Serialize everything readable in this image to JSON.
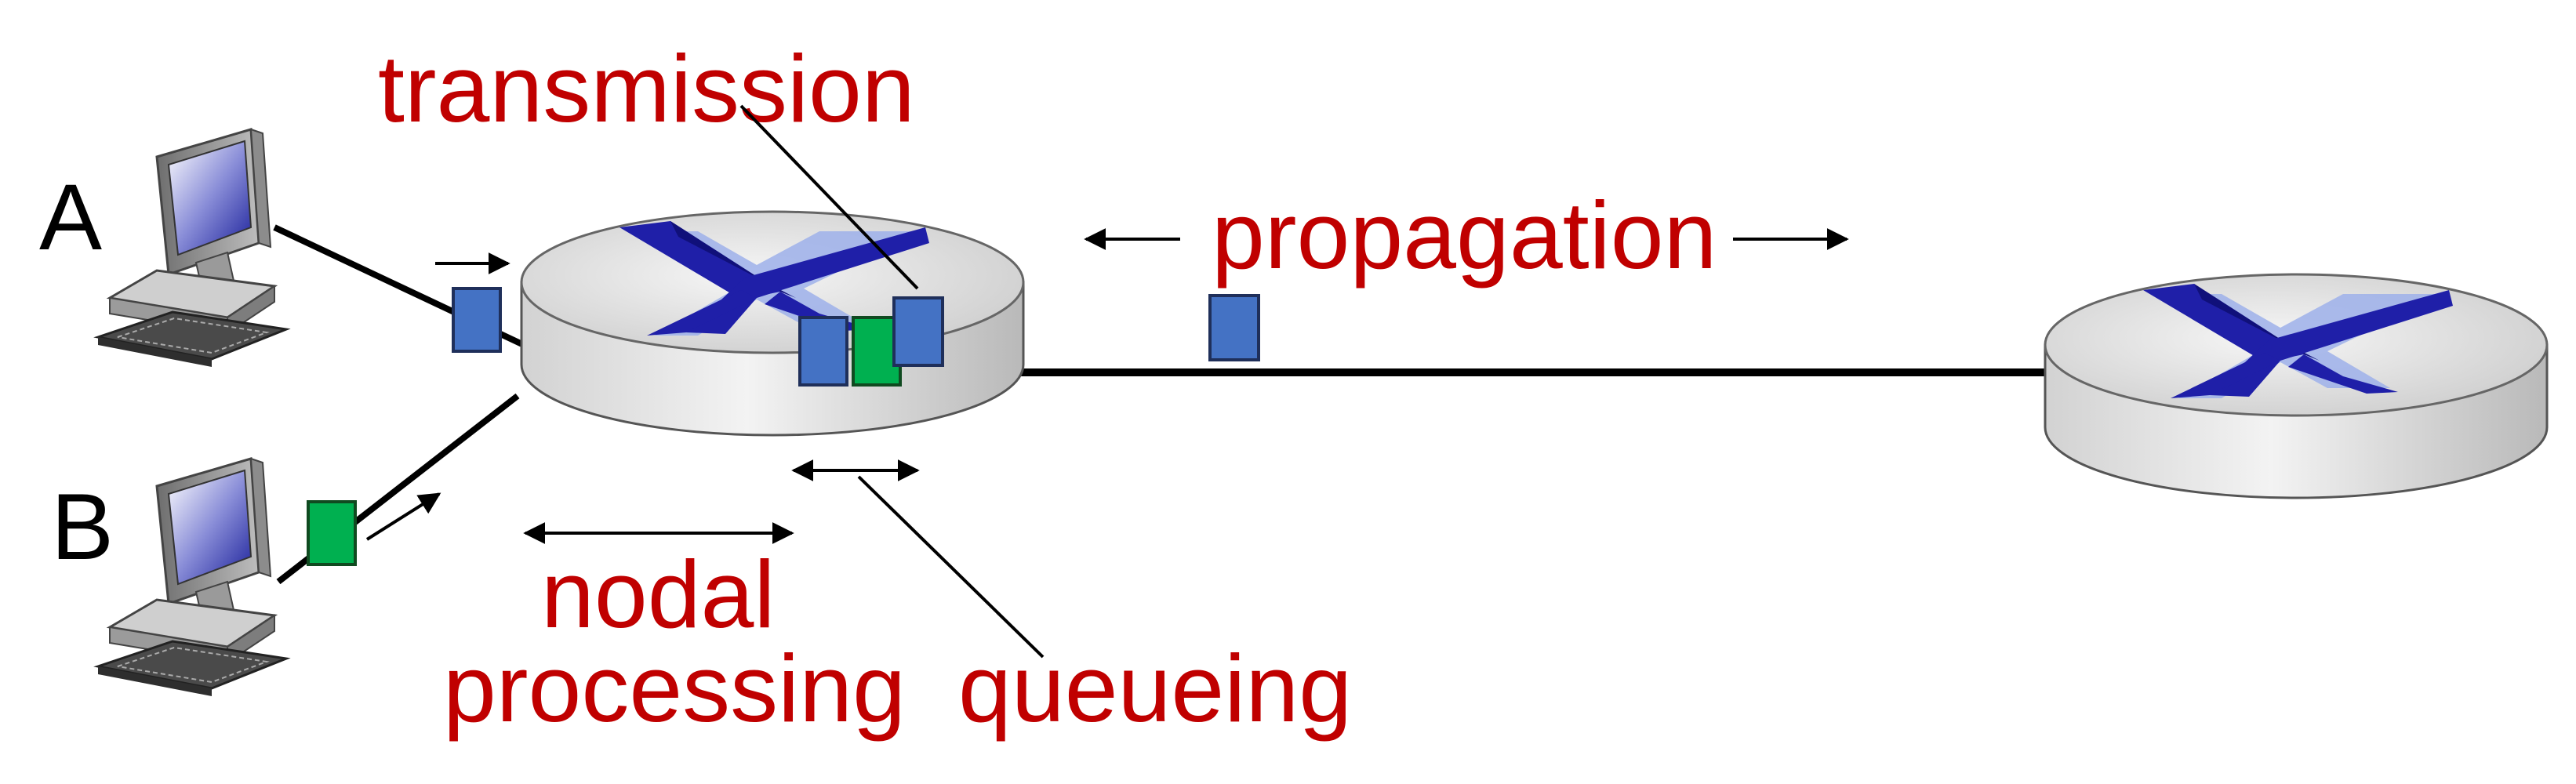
{
  "labels": {
    "host_a": "A",
    "host_b": "B",
    "transmission": "transmission",
    "propagation": "propagation",
    "nodal_processing_line1": "nodal",
    "nodal_processing_line2": "processing",
    "queueing": "queueing"
  },
  "colors": {
    "label_red": "#c00000",
    "label_black": "#000000",
    "packet_blue": "#4472c4",
    "packet_green": "#00b050",
    "router_cross": "#1f1fa8",
    "router_cross_shadow": "#9db0ea",
    "link": "#000000"
  },
  "icons": {
    "host_a": "desktop-computer-icon",
    "host_b": "desktop-computer-icon",
    "router_left": "router-icon",
    "router_right": "router-icon"
  }
}
